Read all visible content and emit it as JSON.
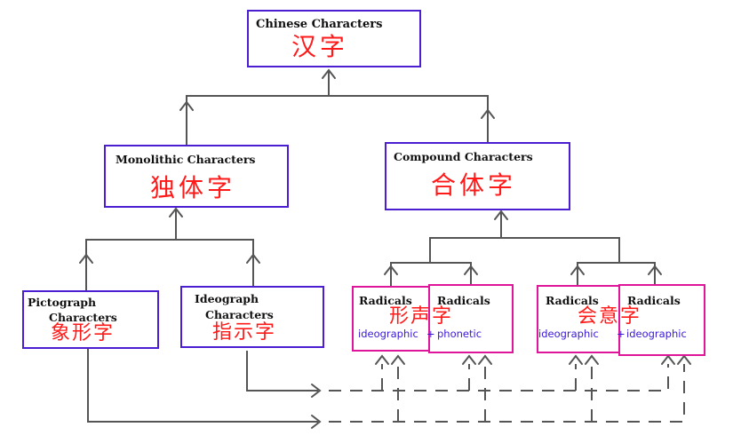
{
  "nodes": {
    "root": {
      "en": "Chinese Characters",
      "zh": "汉字"
    },
    "monolithic": {
      "en": "Monolithic Characters",
      "zh": "独体字"
    },
    "compound": {
      "en": "Compound Characters",
      "zh": "合体字"
    },
    "pictograph": {
      "en_line1": "Pictograph",
      "en_line2": "Characters",
      "zh": "象形字"
    },
    "ideograph": {
      "en_line1": "Ideograph",
      "en_line2": "Characters",
      "zh": "指示字"
    },
    "phono_semantic": {
      "zh": "形声字",
      "radical_a": {
        "en": "Radicals",
        "role": "ideographic"
      },
      "plus": "+",
      "radical_b": {
        "en": "Radicals",
        "role": "phonetic"
      }
    },
    "compound_ideograph": {
      "zh": "会意字",
      "radical_a": {
        "en": "Radicals",
        "role": "ideographic"
      },
      "plus": "+",
      "radical_b": {
        "en": "Radicals",
        "role": "ideographic"
      }
    }
  },
  "colors": {
    "primary_box_border": "#4b1fd1",
    "radical_box_border": "#e0169a",
    "chinese_text": "#ff1a1a",
    "role_text": "#3a18d8",
    "connector": "#555555"
  }
}
